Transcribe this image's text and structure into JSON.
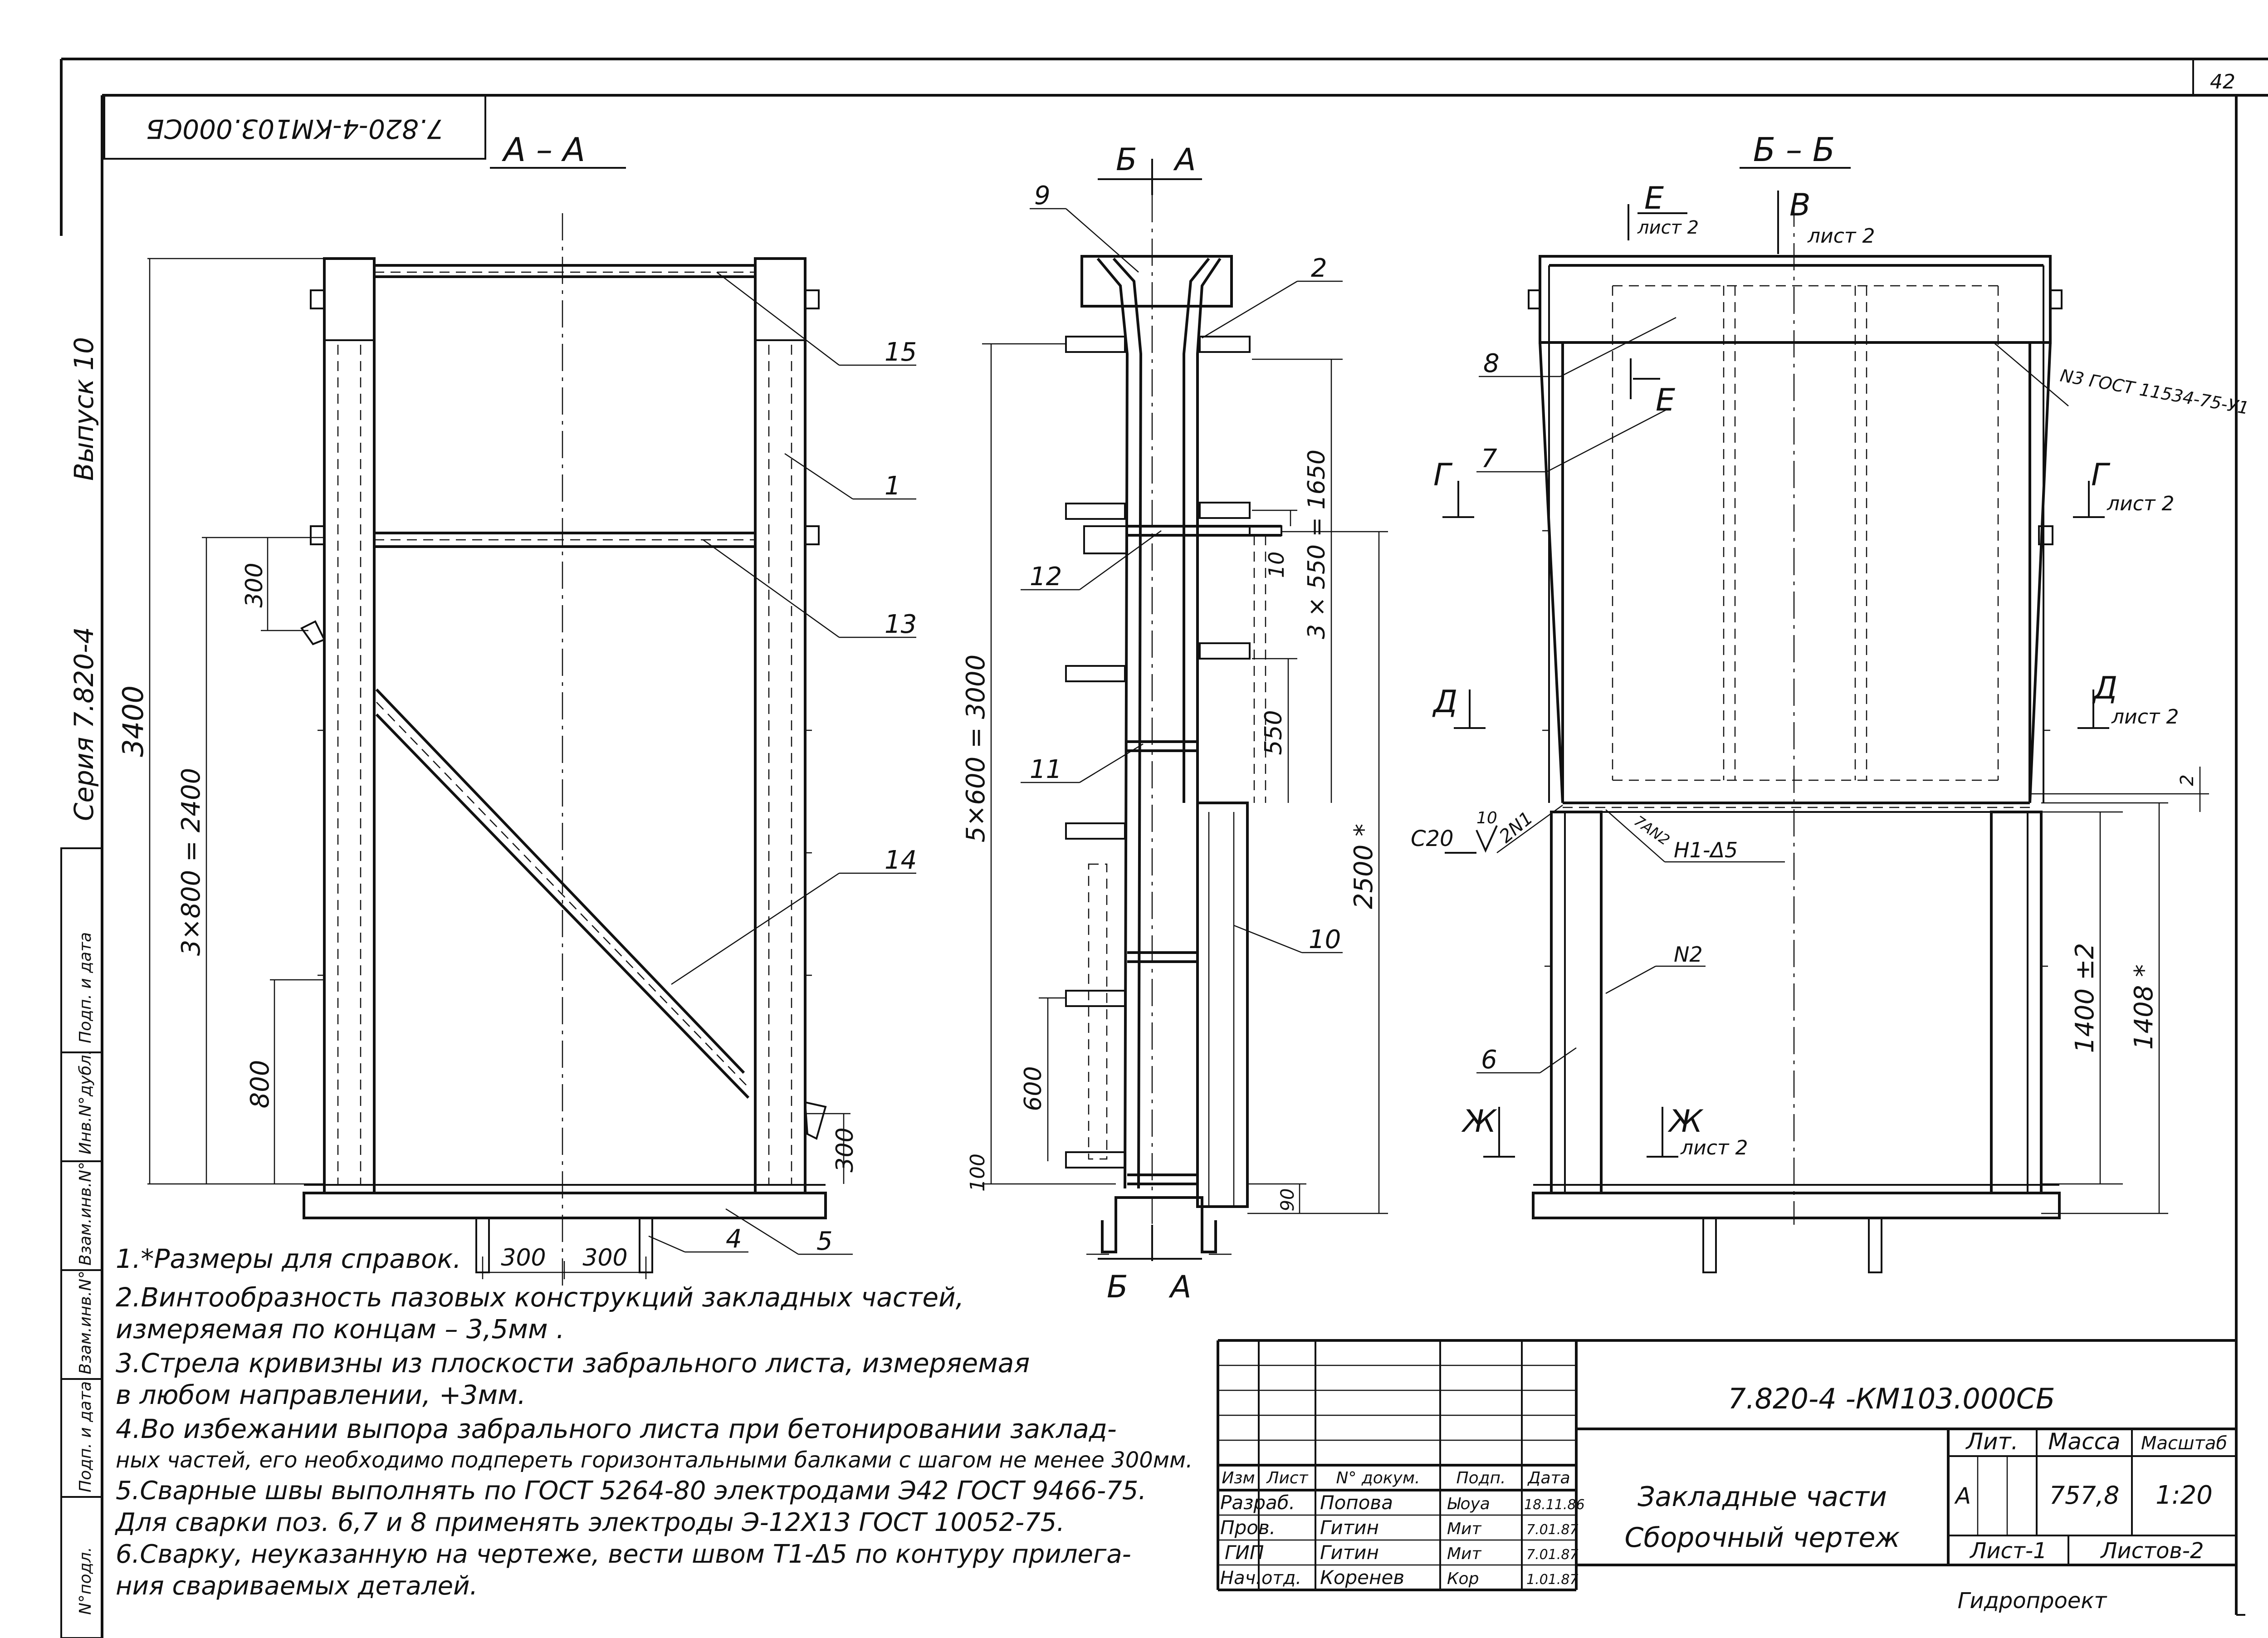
{
  "page_number": "42",
  "rotated_code": "7.820-4-КМ103.000СБ",
  "margin": {
    "series": "Серия 7.820-4",
    "issue": "Выпуск 10",
    "stamp_cells": [
      "Взам.инв.N°",
      "Инв.N°дубл.",
      "Подп. и дата",
      "Взам.инв.N°",
      "Подп. и дата",
      "N°подл."
    ]
  },
  "views": {
    "aa": {
      "title": "А – А",
      "dims": {
        "total": "3400",
        "steps": "3×800 = 2400",
        "d300": "300",
        "d800": "800",
        "d300b": "300",
        "b1": "300",
        "b2": "300"
      },
      "callouts": {
        "p15": "15",
        "p1": "1",
        "p13": "13",
        "p14": "14",
        "p4": "4",
        "p5": "5"
      }
    },
    "side": {
      "top_letters": {
        "b": "Б",
        "a": "А"
      },
      "bottom_letters": {
        "b": "Б",
        "a": "А"
      },
      "dims": {
        "d5600": "5×600 = 3000",
        "d3550": "3 × 550 = 1650",
        "d10": "10",
        "d550": "550",
        "d2500": "2500 *",
        "d600": "600",
        "d100": "100",
        "d90": "90"
      },
      "callouts": {
        "p9": "9",
        "p2": "2",
        "p12": "12",
        "p11": "11",
        "p10": "10"
      }
    },
    "bb": {
      "title": "Б – Б",
      "sec_e_top": {
        "letter": "Е",
        "sheet": "лист 2"
      },
      "sec_v": {
        "letter": "В",
        "sheet": "лист 2"
      },
      "sec_e_mid": {
        "letter": "Е"
      },
      "sec_g": {
        "left": "Г",
        "right": "Г",
        "sheet": "лист 2"
      },
      "sec_d": {
        "left": "Д",
        "right": "Д",
        "sheet": "лист 2"
      },
      "sec_zh": {
        "left": "Ж",
        "right": "Ж",
        "sheet": "лист 2"
      },
      "weld_top": "N3 ГОСТ 11534-75-У1",
      "weld_c20": "С20",
      "weld_10": "10",
      "weld_2n1": "2N1",
      "weld_n2a": "7АN2",
      "weld_h1": "Н1-Δ5",
      "weld_n2": "N2",
      "dims": {
        "d1400": "1400 ±2",
        "d1408": "1408 *",
        "d2": "2"
      },
      "callouts": {
        "p8": "8",
        "p7": "7",
        "p6": "6"
      }
    }
  },
  "notes": [
    "1.*Размеры для справок.",
    "2.Винтообразность пазовых конструкций закладных частей,",
    "   измеряемая  по концам – 3,5мм .",
    "3.Стрела кривизны из плоскости забрального листа, измеряемая",
    "   в любом направлении, +3мм.",
    "4.Во избежании выпора забрального листа при бетонировании заклад-",
    "   ных частей, его необходимо подпереть горизонтальными балками с шагом не менее 300мм.",
    "5.Сварные швы выполнять по ГОСТ 5264-80 электродами Э42 ГОСТ 9466-75.",
    "   Для сварки поз. 6,7 и 8 применять  электроды Э-12Х13 ГОСТ 10052-75.",
    "6.Сварку, неуказанную на чертеже, вести швом Т1-Δ5 по контуру прилега-",
    "   ния свариваемых деталей."
  ],
  "title_block": {
    "code": "7.820-4 -КМ103.000СБ",
    "headers": [
      "Изм",
      "Лист",
      "N° докум.",
      "Подп.",
      "Дата"
    ],
    "rows": [
      {
        "role": "Разраб.",
        "name": "Попова",
        "sign": "Ыоуа",
        "date": "18.11.86"
      },
      {
        "role": "Пров.",
        "name": "Гитин",
        "sign": "Мит",
        "date": "7.01.87"
      },
      {
        "role": "ГИП",
        "name": "Гитин",
        "sign": "Мит",
        "date": "7.01.87"
      },
      {
        "role": "Нач.отд.",
        "name": "Коренев",
        "sign": "Кор",
        "date": "1.01.87"
      }
    ],
    "name_line1": "Закладные части",
    "name_line2": "Сборочный чертеж",
    "lit_label": "Лит.",
    "mass_label": "Масса",
    "scale_label": "Масштаб",
    "lit_value": "А",
    "mass_value": "757,8",
    "scale_value": "1:20",
    "sheet_label": "Лист-1",
    "sheets_label": "Листов-2",
    "org": "Гидропроект"
  }
}
